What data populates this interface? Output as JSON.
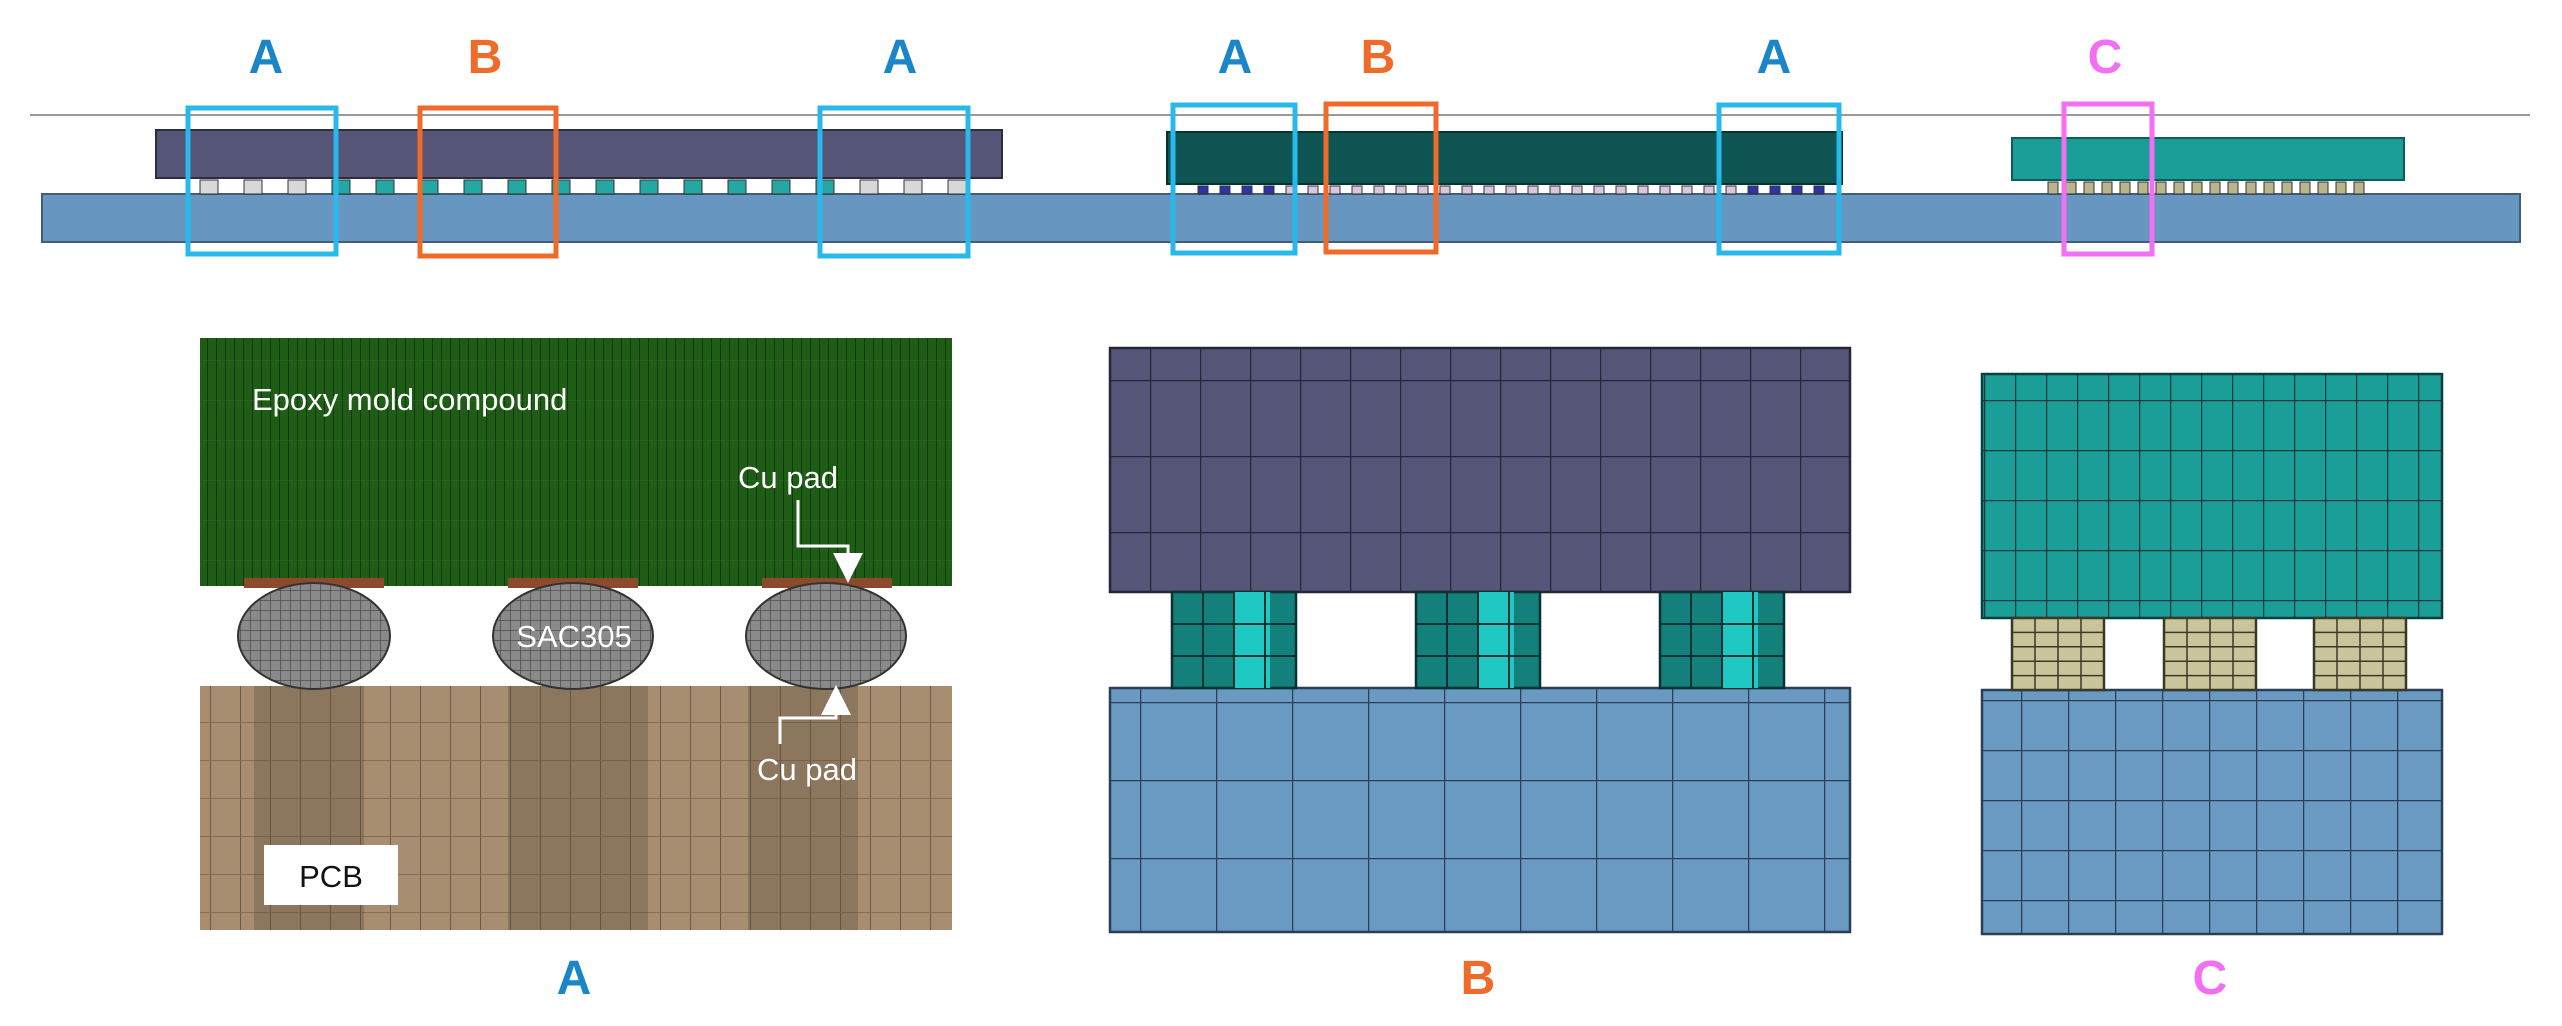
{
  "top_labels": {
    "pkg1": [
      "A",
      "B",
      "A"
    ],
    "pkg2": [
      "A",
      "B",
      "A"
    ],
    "pkg3": [
      "C"
    ]
  },
  "detail_labels": {
    "a": "A",
    "b": "B",
    "c": "C"
  },
  "detail_a": {
    "mold": "Epoxy mold compound",
    "cu_pad_top": "Cu pad",
    "solder": "SAC305",
    "cu_pad_bottom": "Cu pad",
    "pcb": "PCB"
  },
  "colors": {
    "label_a": "#1a86c8",
    "label_b": "#f06a2a",
    "label_c": "#f26ef2",
    "pcb_blue": "#6797c0",
    "die1": "#545577",
    "die2": "#0e5553",
    "die3": "#1b9e98",
    "mold_green": "#1c5a14",
    "pcb_tan": "#a48a6c"
  }
}
